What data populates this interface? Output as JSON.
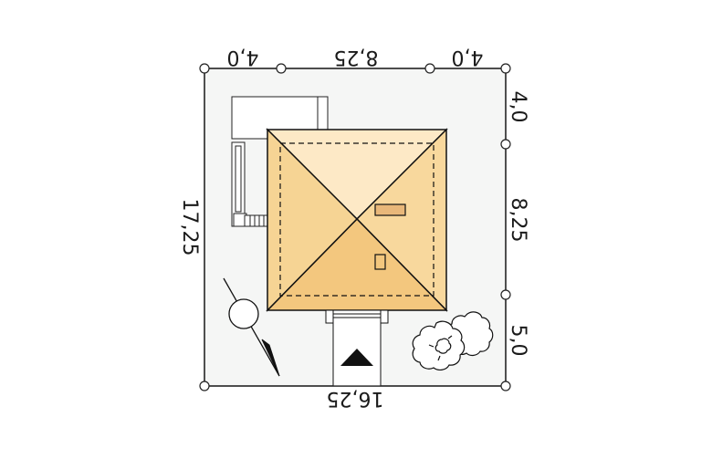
{
  "dimensions": {
    "top": [
      "4,0",
      "8,25",
      "4,0"
    ],
    "right": [
      "4,0",
      "8,25",
      "5,0"
    ],
    "left": "17,25",
    "bottom": "16,25"
  },
  "colors": {
    "plot_fill": "#f5f6f5",
    "roof_light": "#fde9c6",
    "roof_mid": "#f8d89d",
    "roof_dark": "#f3c77e",
    "chimney": "#e8b77a",
    "line": "#111111"
  },
  "icons": {
    "compass": "north-arrow-icon",
    "tree": "tree-icon",
    "entrance": "entrance-triangle-icon"
  }
}
